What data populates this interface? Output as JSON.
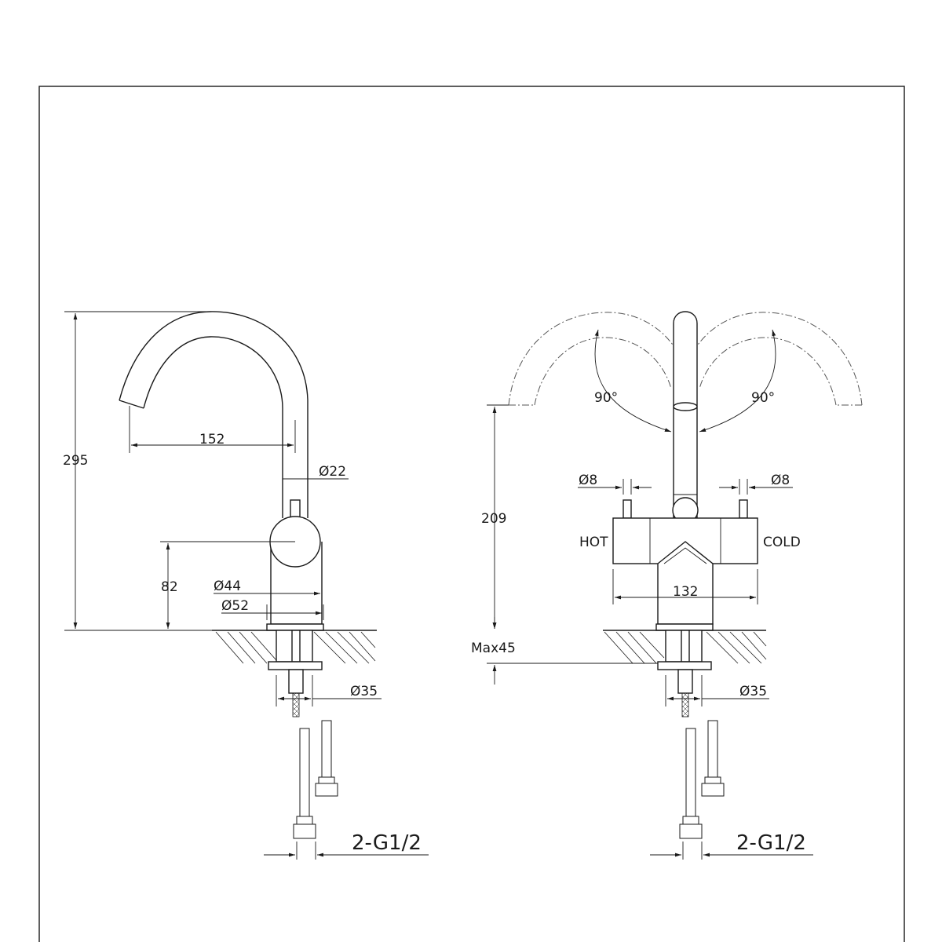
{
  "side_view": {
    "height_total": "295",
    "reach": "152",
    "spout_diameter": "Ø22",
    "handle_height": "82",
    "body_diameter": "Ø44",
    "base_diameter": "Ø52",
    "shank_diameter": "Ø35",
    "connection": "2-G1/2"
  },
  "front_view": {
    "swivel_left": "90°",
    "swivel_right": "90°",
    "spout_height": "209",
    "pin_left": "Ø8",
    "pin_right": "Ø8",
    "hot_label": "HOT",
    "cold_label": "COLD",
    "body_width": "132",
    "max_thickness": "Max45",
    "shank_diameter": "Ø35",
    "connection": "2-G1/2"
  }
}
